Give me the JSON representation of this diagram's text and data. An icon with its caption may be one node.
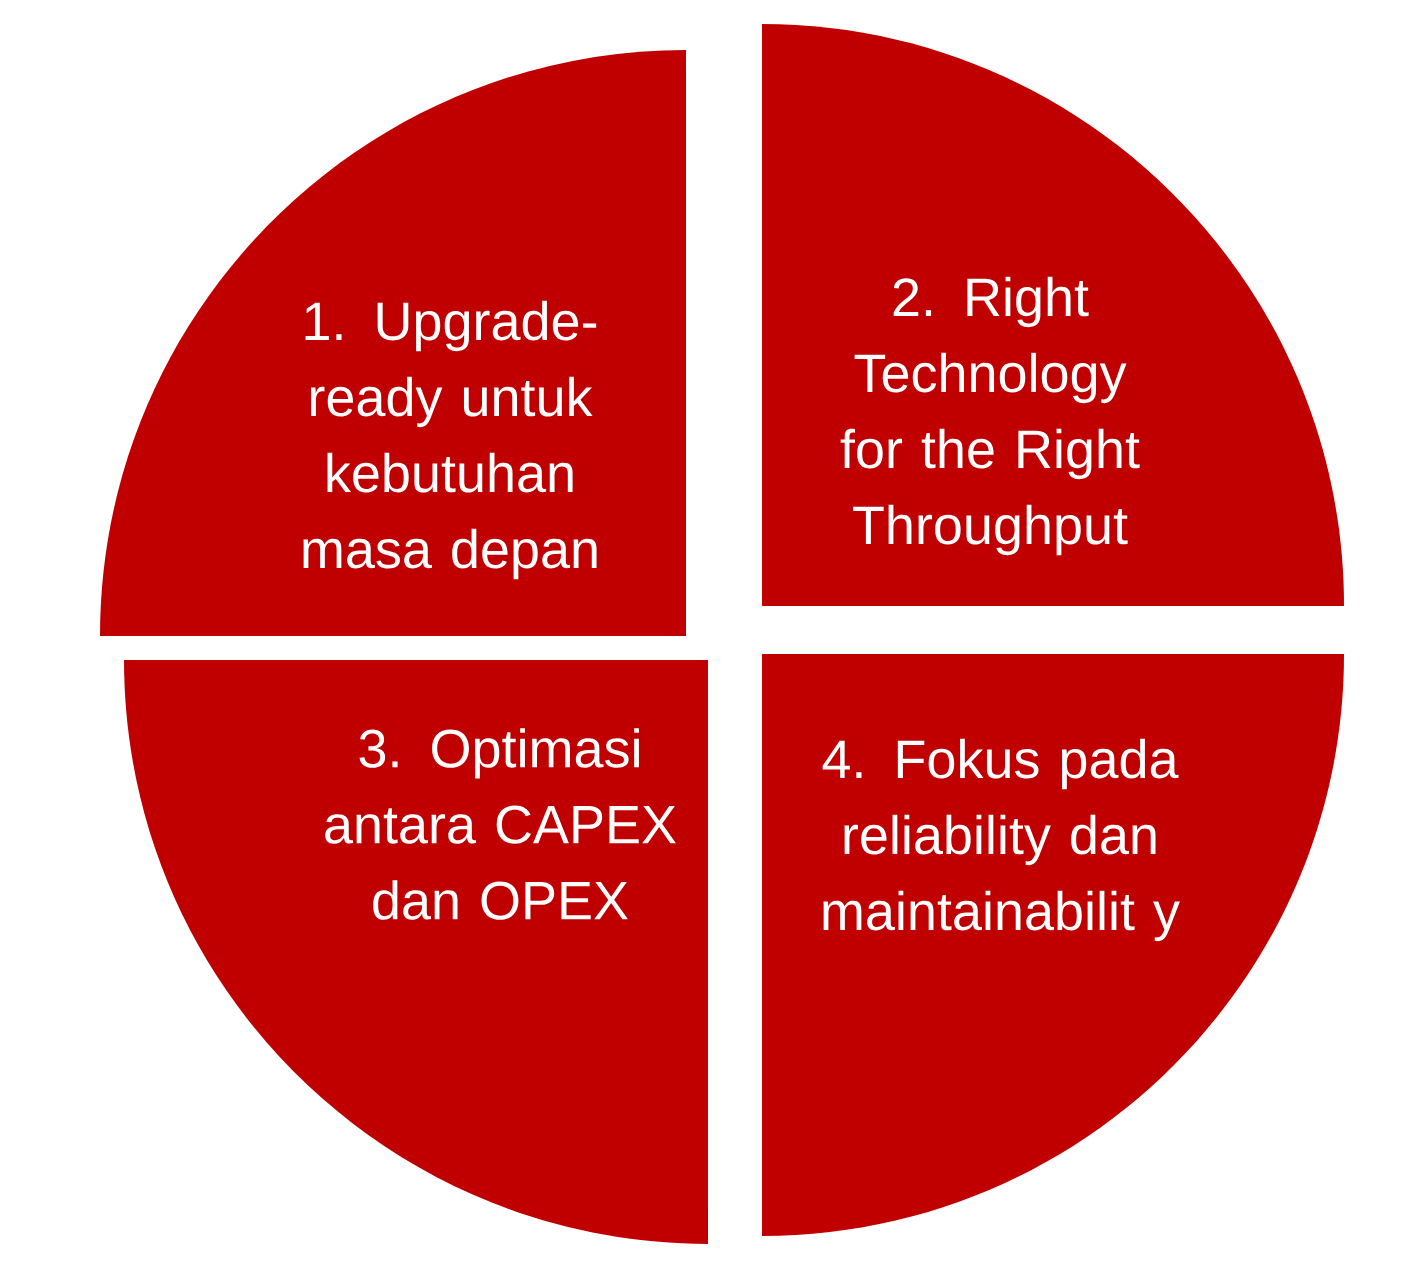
{
  "diagram": {
    "nodes": [
      {
        "text": [
          "1. Upgrade-ready untuk kebutuhan masa depan"
        ]
      },
      {
        "text": [
          "2. Right Technology for the Right Throughput"
        ]
      },
      {
        "text": [
          "3. Optimasi antara CAPEX dan OPEX"
        ]
      },
      {
        "text": [
          "4. Fokus pada reliability dan maintainabilit y"
        ]
      }
    ]
  }
}
